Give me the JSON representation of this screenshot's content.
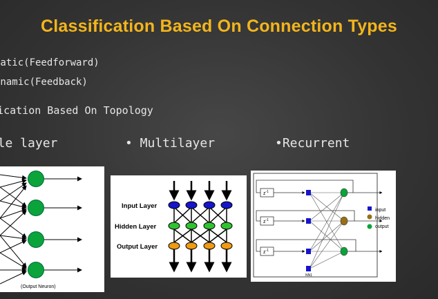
{
  "slide": {
    "title": "Classification Based On Connection Types",
    "items": [
      "tatic(Feedforward)",
      "ynamic(Feedback)",
      "ification Based On Topology"
    ],
    "topologies": [
      "ngle layer",
      "• Multilayer",
      "•Recurrent"
    ]
  },
  "figures": {
    "single_layer": {
      "caption": "(Output Neuron)"
    },
    "multilayer": {
      "input_label": "Input Layer",
      "hidden_label": "Hidden Layer",
      "output_label": "Output Layer"
    },
    "recurrent": {
      "delay_label": "z",
      "delay_exp": "-1",
      "node_label": "NN1",
      "legend": [
        "input",
        "hidden",
        "output"
      ]
    }
  },
  "colors": {
    "title": "#f3b51b",
    "text": "#e6e6e6",
    "neuron_green": "#0aa43a",
    "input_blue": "#1515cc",
    "hidden_green": "#2fc42f",
    "output_orange": "#f09a12",
    "hidden_brown": "#9a6e16"
  }
}
